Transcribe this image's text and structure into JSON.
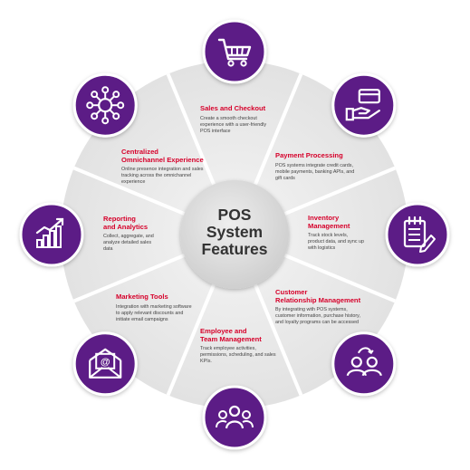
{
  "center": {
    "title_lines": [
      "POS",
      "System",
      "Features"
    ]
  },
  "colors": {
    "accent_red": "#d6002a",
    "icon_purple": "#5b1a86",
    "wheel_gray": "#e8e8e8",
    "center_gray": "#dcdcdc",
    "text_dark": "#333333",
    "text_body": "#444444"
  },
  "features": [
    {
      "title_lines": [
        "Sales and Checkout"
      ],
      "desc_lines": [
        "Create a smooth checkout",
        "experience with a user-friendly",
        "POS interface"
      ],
      "icon": "shopping-cart-icon"
    },
    {
      "title_lines": [
        "Payment Processing"
      ],
      "desc_lines": [
        "POS systems integrate credit cards,",
        "mobile payments, banking APIs, and",
        "gift cards"
      ],
      "icon": "card-in-hand-icon"
    },
    {
      "title_lines": [
        "Inventory",
        "Management"
      ],
      "desc_lines": [
        "Track stock levels,",
        "product data, and sync up",
        "with logistics"
      ],
      "icon": "notepad-icon"
    },
    {
      "title_lines": [
        "Customer",
        "Relationship Management"
      ],
      "desc_lines": [
        "By integrating with POS systems,",
        "customer information, purchase history,",
        "and loyalty programs can be accessed"
      ],
      "icon": "user-exchange-icon"
    },
    {
      "title_lines": [
        "Employee and",
        "Team Management"
      ],
      "desc_lines": [
        "Track employee activities,",
        "permissions, scheduling, and sales",
        "KPIs."
      ],
      "icon": "team-icon"
    },
    {
      "title_lines": [
        "Marketing Tools"
      ],
      "desc_lines": [
        "Integration with marketing software",
        "to apply relevant discounts and",
        "initiate email campaigns"
      ],
      "icon": "email-envelope-icon"
    },
    {
      "title_lines": [
        "Reporting",
        "and Analytics"
      ],
      "desc_lines": [
        "Collect, aggregate, and",
        "analyze detailed sales",
        "data"
      ],
      "icon": "growth-chart-icon"
    },
    {
      "title_lines": [
        "Centralized",
        "Omnichannel Experience"
      ],
      "desc_lines": [
        "Online presence integration and sales",
        "tracking across the omnichannel",
        "experience"
      ],
      "icon": "network-hub-icon"
    }
  ]
}
